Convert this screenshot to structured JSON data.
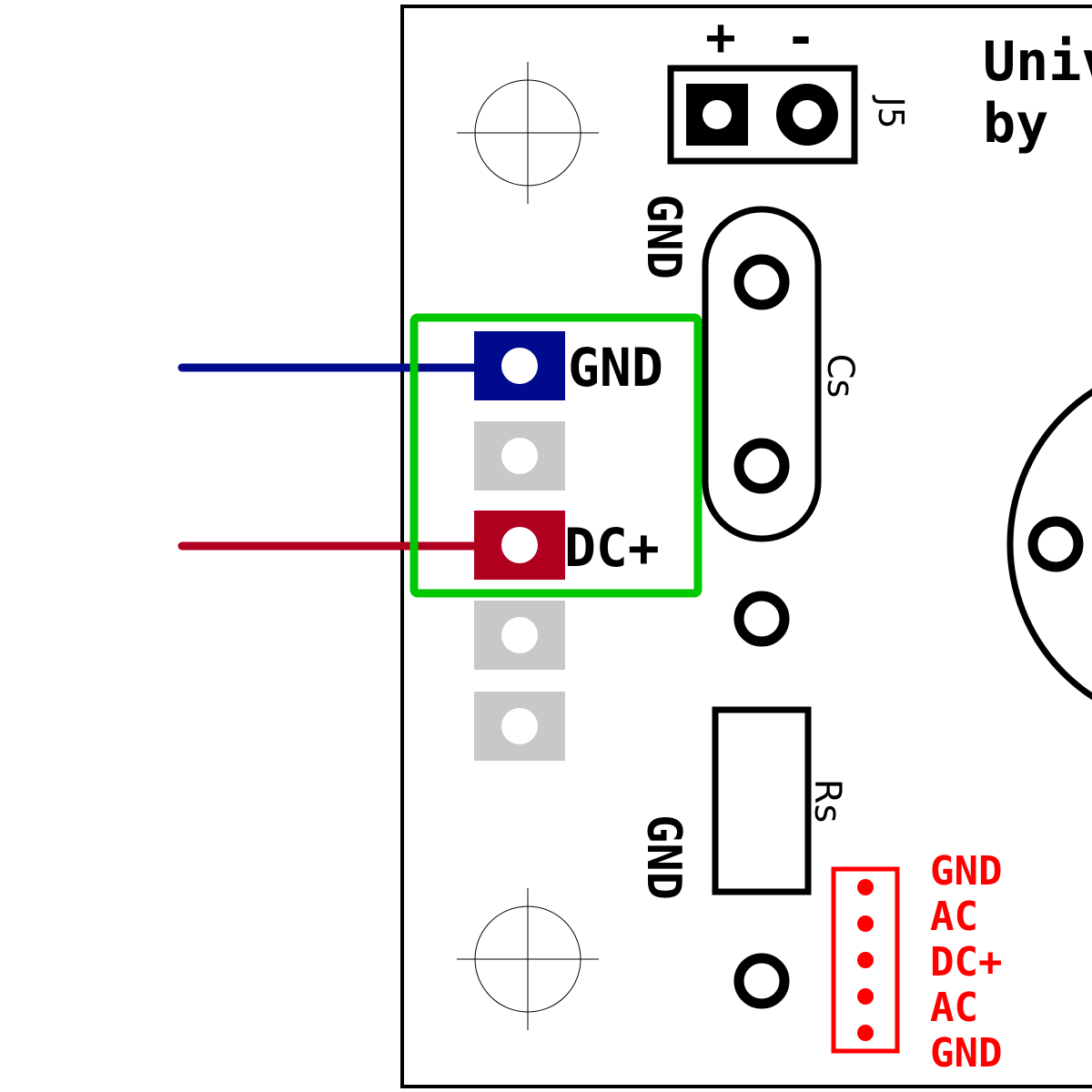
{
  "board": {
    "title_line1": "Univ",
    "title_line2": "by"
  },
  "j5": {
    "ref": "J5",
    "plus": "+",
    "minus": "-"
  },
  "cs": {
    "ref": "Cs",
    "gnd_label": "GND"
  },
  "rs": {
    "ref": "Rs",
    "gnd_label": "GND"
  },
  "connector": {
    "pin_gnd_label": "GND",
    "pin_dc_label": "DC+",
    "wire_gnd_color": "#000a8c",
    "wire_dc_color": "#b00020",
    "highlight_color": "#00c800",
    "inactive_pad_color": "#c8c8c8"
  },
  "header": {
    "color": "#ff0000",
    "pins": [
      "GND",
      "AC",
      "DC+",
      "AC",
      "GND"
    ]
  }
}
